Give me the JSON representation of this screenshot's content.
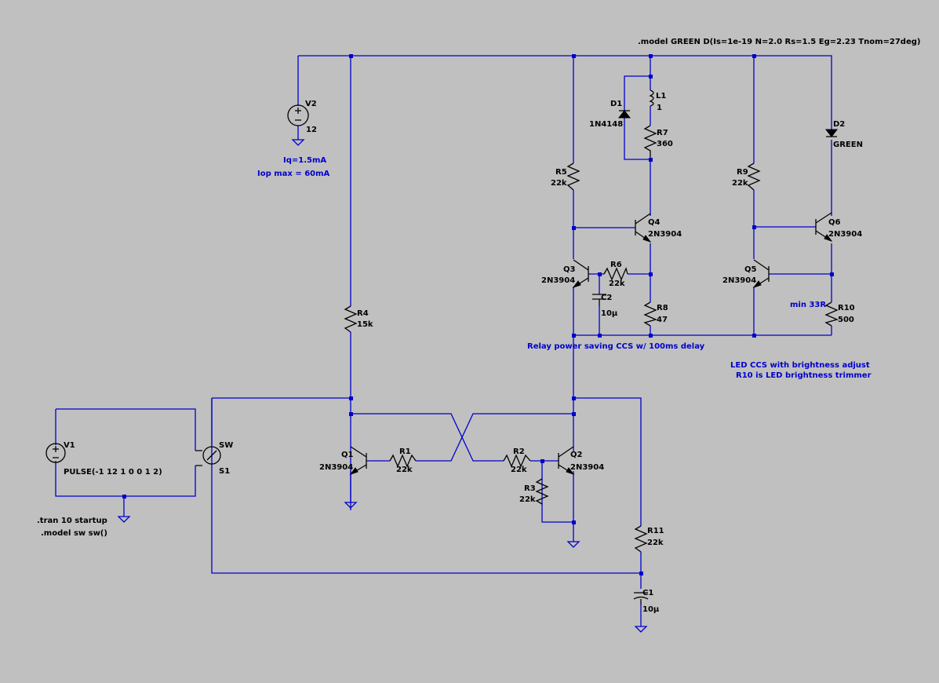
{
  "background": "#c0c0c0",
  "wire_color": "#0000cc",
  "part_color": "#000000",
  "directives": {
    "model_green": ".model GREEN D(Is=1e-19 N=2.0 Rs=1.5 Eg=2.23 Tnom=27deg)",
    "iq": "Iq=1.5mA",
    "iop": "Iop max = 60mA",
    "relay_note": "Relay power saving CCS w/ 100ms delay",
    "min33": "min 33R",
    "led_note_1": "LED CCS with brightness adjust",
    "led_note_2": "R10 is LED brightness trimmer",
    "tran": ".tran 10 startup",
    "model_sw": ".model sw sw()"
  },
  "components": {
    "v2": {
      "name": "V2",
      "value": "12"
    },
    "v1": {
      "name": "V1",
      "value": "PULSE(-1 12 1 0 0 1 2)"
    },
    "s1": {
      "name": "S1",
      "value": "SW"
    },
    "r4": {
      "name": "R4",
      "value": "15k"
    },
    "r5": {
      "name": "R5",
      "value": "22k"
    },
    "r6": {
      "name": "R6",
      "value": "22k"
    },
    "r7": {
      "name": "R7",
      "value": "360"
    },
    "r8": {
      "name": "R8",
      "value": "47"
    },
    "r9": {
      "name": "R9",
      "value": "22k"
    },
    "r10": {
      "name": "R10",
      "value": "500"
    },
    "r1": {
      "name": "R1",
      "value": "22k"
    },
    "r2": {
      "name": "R2",
      "value": "22k"
    },
    "r3": {
      "name": "R3",
      "value": "22k"
    },
    "r11": {
      "name": "R11",
      "value": "22k"
    },
    "c1": {
      "name": "C1",
      "value": "10µ"
    },
    "c2": {
      "name": "C2",
      "value": "10µ"
    },
    "l1": {
      "name": "L1",
      "value": "1"
    },
    "d1": {
      "name": "D1",
      "value": "1N4148"
    },
    "d2": {
      "name": "D2",
      "value": "GREEN"
    },
    "q1": {
      "name": "Q1",
      "value": "2N3904"
    },
    "q2": {
      "name": "Q2",
      "value": "2N3904"
    },
    "q3": {
      "name": "Q3",
      "value": "2N3904"
    },
    "q4": {
      "name": "Q4",
      "value": "2N3904"
    },
    "q5": {
      "name": "Q5",
      "value": "2N3904"
    },
    "q6": {
      "name": "Q6",
      "value": "2N3904"
    }
  },
  "symbols": {
    "plus": "+",
    "minus": "−"
  }
}
